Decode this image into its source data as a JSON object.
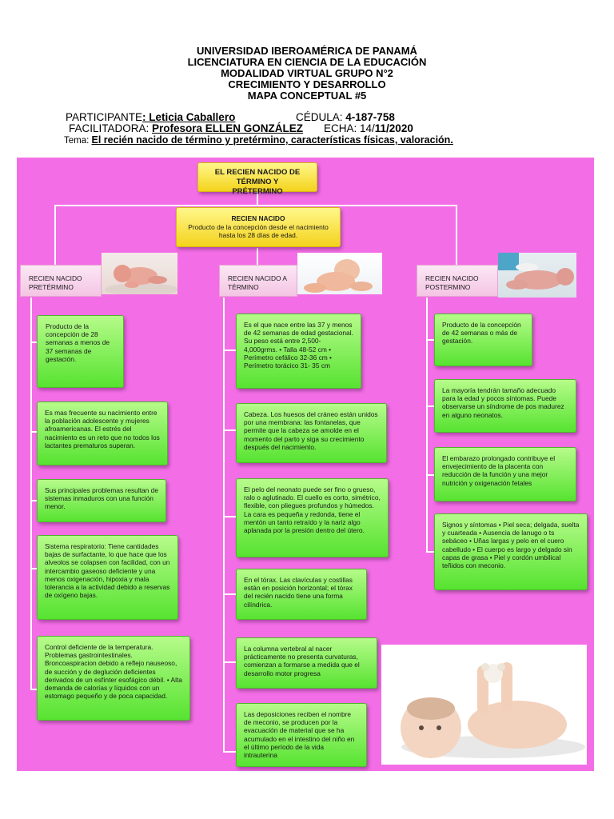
{
  "header": {
    "line1": "UNIVERSIDAD IBEROAMÉRICA DE PANAMÁ",
    "line2": "LICENCIATURA EN CIENCIA DE LA EDUCACIÓN",
    "line3": "MODALIDAD VIRTUAL GRUPO N°2",
    "line4": "CRECIMIENTO Y DESARROLLO",
    "line5": "MAPA CONCEPTUAL #5"
  },
  "meta": {
    "participante_label": "PARTICIPANTE",
    "participante_value": ": Leticia Caballero",
    "cedula_label": "CÉDULA: ",
    "cedula_value": "4-187-758",
    "facilitadora_label": "FACILITADORA: ",
    "facilitadora_value": "Profesora ELLEN GONZÁLEZ",
    "fecha_label": "ECHA: 14/",
    "fecha_value": "11/2020",
    "tema_label": "Tema: ",
    "tema_value": "El recién nacido de término y pretérmino, características físicas, valoración."
  },
  "map": {
    "main_title": "EL RECIEN NACIDO DE TÉRMINO Y PRÉTERMINO",
    "rn_title": "RECIEN NACIDO",
    "rn_text": "Producto de la concepción desde el nacimiento hasta los 28 días de edad.",
    "preterm_label": "RECIEN NACIDO PRETÉRMINO",
    "term_label": "RECIEN NACIDO A TÉRMINO",
    "postterm_label": "RECIEN NACIDO POSTERMINO",
    "preterm": [
      "Producto de la concepción de 28 semanas a menos de 37 semanas de gestación.",
      "Es mas frecuente su nacimiento entre la población adolescente y mujeres afroamericanas.  El estrés del nacimiento es un reto que no todos los lactantes prematuros superan.",
      "Sus principales problemas resultan de sistemas inmaduros con una función menor.",
      " Sistema respiratorio: Tiene cantidades bajas de surfactante, lo que hace que los alveolos se colapsen con facilidad, con un intercambio gaseoso deficiente y una menos oxigenación, hipoxia y mala tolerancia a la actividad debido a reservas de oxígeno bajas.",
      "Control deficiente de la temperatura. Problemas gastrointestinales. Broncoaspiracion debido a reflejo nauseoso, de succión y de deglución deficientes derivados de un esfínter esofágico débil. • Alta demanda de calorías y líquidos con un estomago pequeño y de poca capacidad."
    ],
    "term": [
      "Es el que nace entre las 37 y menos de 42 semanas de edad gestacional. Su peso está entre 2,500- 4,000grms. • Talla 48-52 cm • Perímetro cefálico 32-36 cm • Perímetro torácico 31- 35 cm",
      "Cabeza. Los huesos del cráneo están unidos por una membrana: las fontanelas, que permite que la cabeza se amolde en el momento del parto y siga su crecimiento después del nacimiento.",
      "El pelo del neonato puede ser fino o grueso, ralo o aglutinado. El cuello es corto, simétrico, flexible, con pliegues profundos y húmedos. La cara es pequeña y redonda, tiene el mentón un tanto retraído y la nariz algo aplanada por la presión dentro del útero.",
      "En el tórax. Las clavículas y costillas están en posición horizontal; el tórax del recién nacido tiene una forma cilíndrica.",
      "La columna vertebral al nacer prácticamente no presenta curvaturas, comienzan a formarse a medida que el desarrollo motor progresa",
      "Las deposiciones reciben el nombre de meconio, se producen por la evacuación de material que se ha acumulado en el intestino del niño en el último período de la vida intrauterina"
    ],
    "postterm": [
      " Producto de la concepción de 42 semanas o más de gestación.",
      " La mayoría tendrán tamaño adecuado para la edad y pocos síntomas. Puede observarse un síndrome de pos madurez en alguno neonatos.",
      "El embarazo prolongado contribuye el envejecimiento de la placenta con reducción de la función y una mejor nutrición y oxigenación fetales",
      " Signos y síntomas • Piel seca; delgada, suelta y cuarteada • Ausencia de lanugo o ts sebáceo • Uñas largas y pelo en el cuero cabelludo • El cuerpo es largo y delgado sin capas de grasa • Piel y cordón umbilical teñidos con meconio."
    ]
  }
}
